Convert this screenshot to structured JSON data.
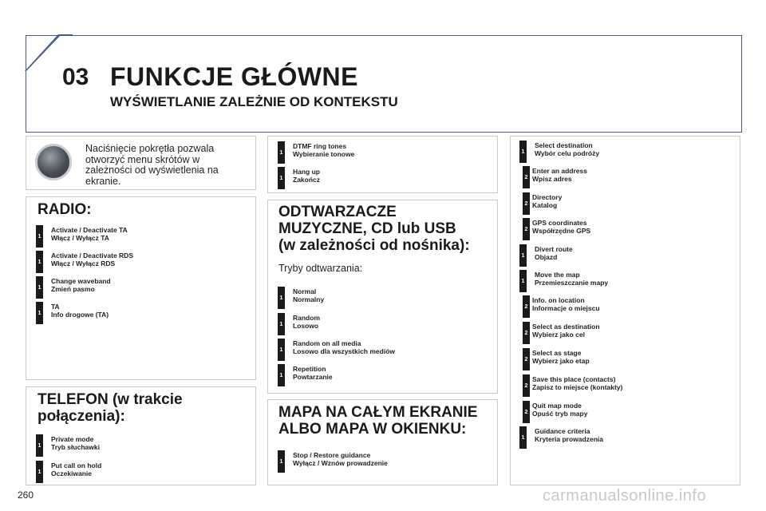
{
  "header": {
    "chapter_number": "03",
    "title": "FUNKCJE GŁÓWNE",
    "subtitle": "WYŚWIETLANIE ZALEŻNIE OD KONTEKSTU"
  },
  "knob_note": "Naciśnięcie pokrętła pozwala otworzyć menu skrótów w zależności od wyświetlenia na ekranie.",
  "radio": {
    "title": "RADIO:",
    "items": [
      {
        "badge": "1",
        "line1": "Activate / Deactivate TA",
        "line2": "Włącz / Wyłącz TA"
      },
      {
        "badge": "1",
        "line1": "Activate / Deactivate RDS",
        "line2": "Włącz / Wyłącz RDS"
      },
      {
        "badge": "1",
        "line1": "Change waveband",
        "line2": "Zmień pasmo"
      },
      {
        "badge": "1",
        "line1": "TA",
        "line2": "Info drogowe (TA)"
      }
    ]
  },
  "telefon": {
    "title_line1": "TELEFON (w trakcie",
    "title_line2": "połączenia):",
    "items": [
      {
        "badge": "1",
        "line1": "Private mode",
        "line2": "Tryb słuchawki"
      },
      {
        "badge": "1",
        "line1": "Put call on hold",
        "line2": "Oczekiwanie"
      }
    ]
  },
  "dtmf": {
    "items": [
      {
        "badge": "1",
        "line1": "DTMF ring tones",
        "line2": "Wybieranie tonowe"
      },
      {
        "badge": "1",
        "line1": "Hang up",
        "line2": "Zakończ"
      }
    ]
  },
  "media": {
    "title_line1": "ODTWARZACZE",
    "title_line2": "MUZYCZNE, CD lub USB",
    "title_line3": "(w zależności od nośnika):",
    "subtitle": "Tryby odtwarzania:",
    "items": [
      {
        "badge": "1",
        "line1": "Normal",
        "line2": "Normalny"
      },
      {
        "badge": "1",
        "line1": "Random",
        "line2": "Losowo"
      },
      {
        "badge": "1",
        "line1": "Random on all media",
        "line2": "Losowo dla wszystkich mediów"
      },
      {
        "badge": "1",
        "line1": "Repetition",
        "line2": "Powtarzanie"
      }
    ]
  },
  "map": {
    "title_line1": "MAPA NA CAŁYM EKRANIE",
    "title_line2": "ALBO MAPA W OKIENKU:",
    "items": [
      {
        "badge": "1",
        "line1": "Stop / Restore guidance",
        "line2": "Wyłącz / Wznów prowadzenie"
      }
    ]
  },
  "nav": {
    "items": [
      {
        "badge": "1",
        "line1": "Select destination",
        "line2": "Wybór celu podróży"
      },
      {
        "badge": "2",
        "line1": "Enter an address",
        "line2": "Wpisz adres"
      },
      {
        "badge": "2",
        "line1": "Directory",
        "line2": "Katalog"
      },
      {
        "badge": "2",
        "line1": "GPS coordinates",
        "line2": "Współrzędne GPS"
      },
      {
        "badge": "1",
        "line1": "Divert route",
        "line2": "Objazd"
      },
      {
        "badge": "1",
        "line1": "Move the map",
        "line2": "Przemieszczanie mapy"
      },
      {
        "badge": "2",
        "line1": "Info. on location",
        "line2": "Informacje o miejscu"
      },
      {
        "badge": "2",
        "line1": "Select as destination",
        "line2": "Wybierz jako cel"
      },
      {
        "badge": "2",
        "line1": "Select as stage",
        "line2": "Wybierz jako etap"
      },
      {
        "badge": "2",
        "line1": "Save this place (contacts)",
        "line2": "Zapisz to miejsce (kontakty)"
      },
      {
        "badge": "2",
        "line1": "Quit map mode",
        "line2": "Opuść tryb mapy"
      },
      {
        "badge": "1",
        "line1": "Guidance criteria",
        "line2": "Kryteria prowadzenia"
      }
    ]
  },
  "footer": {
    "page_number": "260",
    "watermark": "carmanualsonline.info"
  }
}
